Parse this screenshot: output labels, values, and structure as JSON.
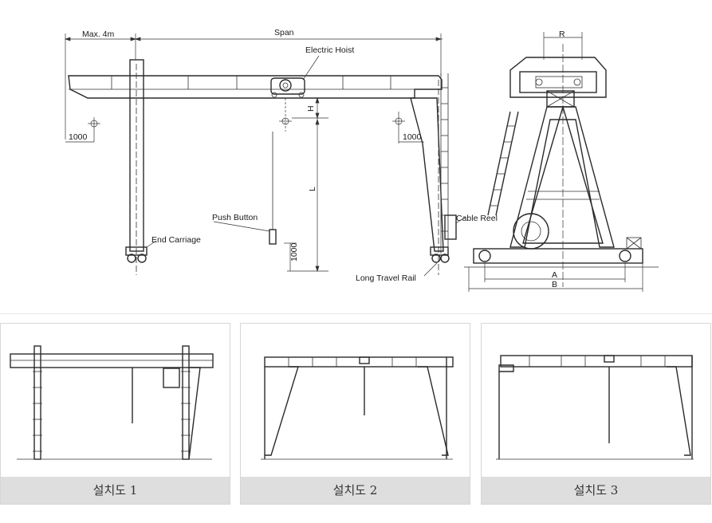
{
  "main_diagram": {
    "labels": {
      "max": "Max. 4m",
      "span": "Span",
      "hoist": "Electric Hoist",
      "r": "R",
      "h": "H",
      "l": "L",
      "left_1000": "1000",
      "right_1000": "1000",
      "push": "Push Button",
      "bottom_1000": "1000",
      "end_carriage": "End Carriage",
      "cable_reel": "Cable Reel",
      "rail": "Long Travel Rail",
      "a": "A",
      "b": "B"
    }
  },
  "panels": [
    {
      "caption": "설치도 1"
    },
    {
      "caption": "설치도 2"
    },
    {
      "caption": "설치도 3"
    }
  ]
}
